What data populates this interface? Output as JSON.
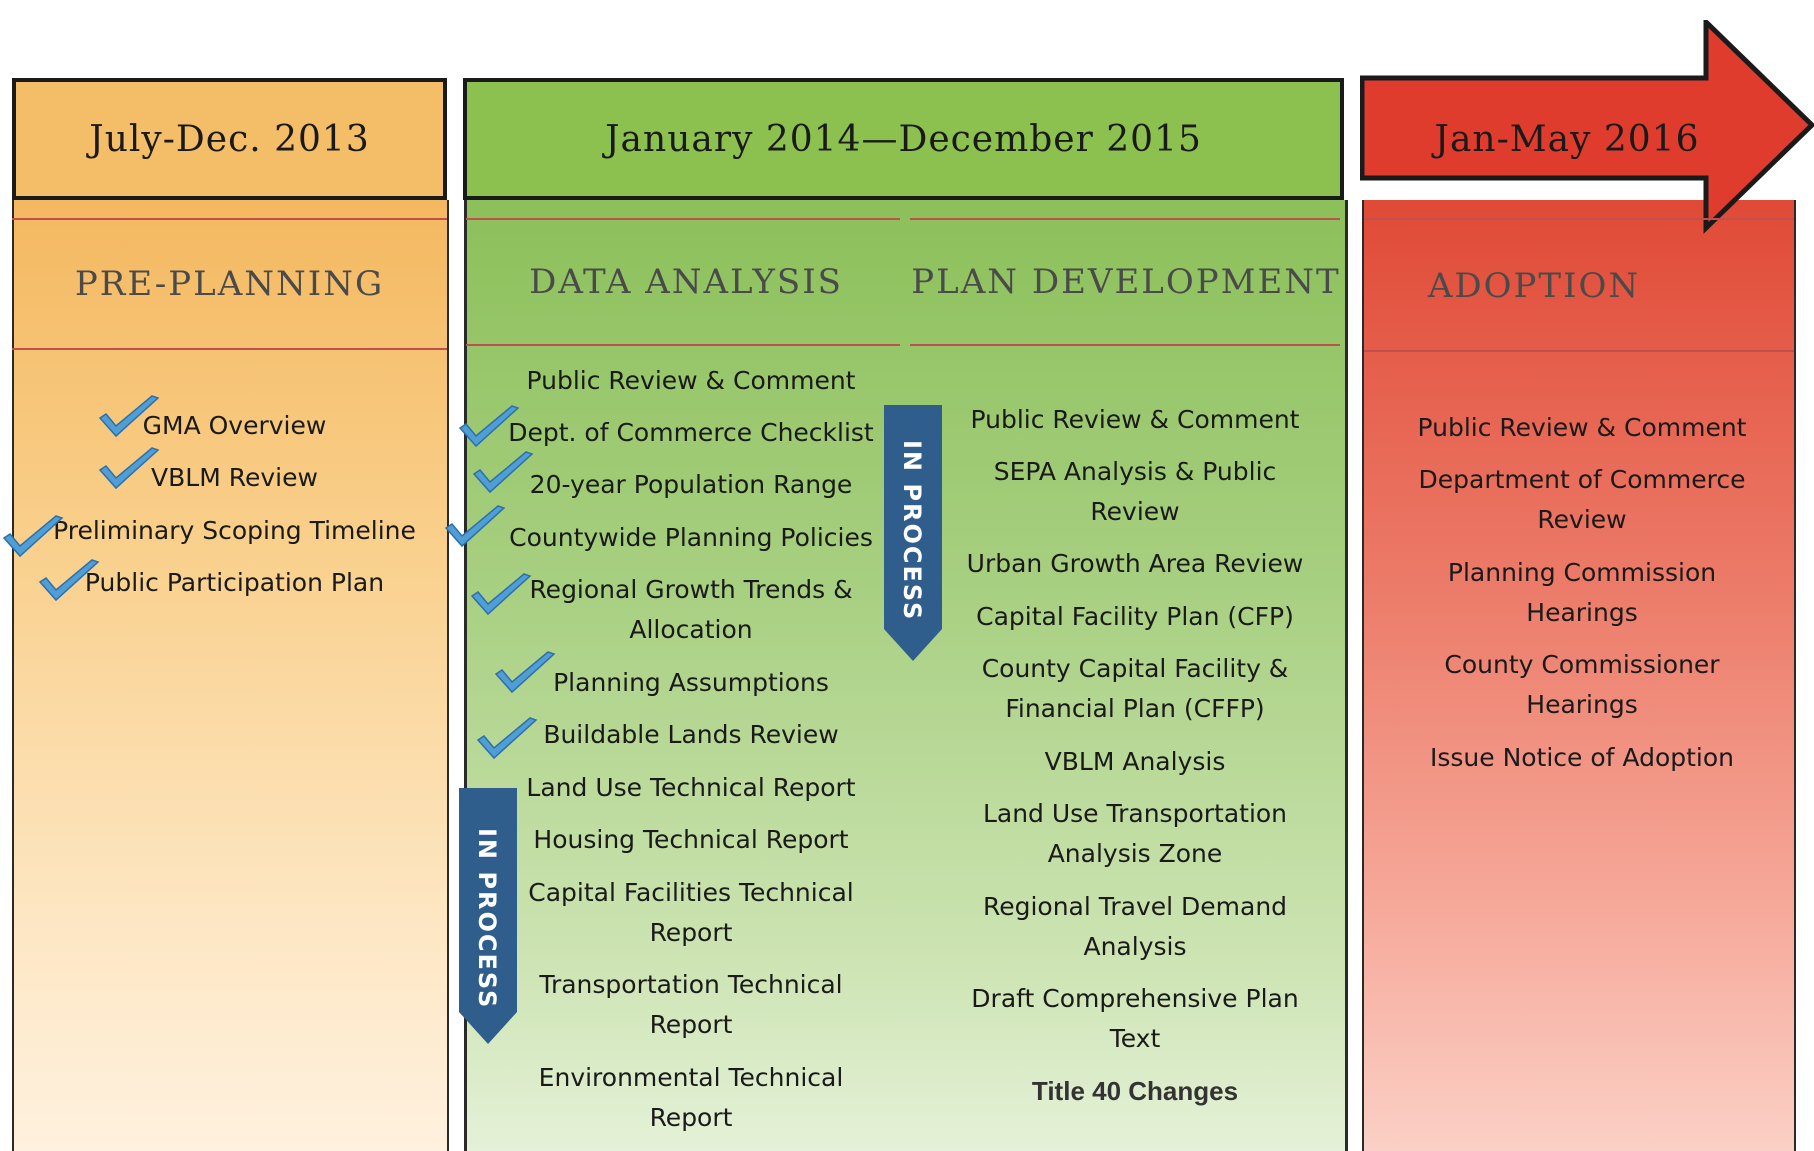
{
  "headers": {
    "period1": "July-Dec. 2013",
    "period2": "January 2014—December 2015",
    "period3": "Jan-May 2016"
  },
  "phases": {
    "preplanning": "PRE-PLANNING",
    "data_analysis": "DATA ANALYSIS",
    "plan_development": "PLAN DEVELOPMENT",
    "adoption": "ADOPTION"
  },
  "preplanning_items": [
    "GMA Overview",
    "VBLM Review",
    "Preliminary Scoping Timeline",
    "Public Participation Plan"
  ],
  "data_analysis_items": [
    "Public Review & Comment",
    "Dept. of Commerce Checklist",
    "20-year Population Range",
    "Countywide Planning Policies",
    "Regional Growth Trends &",
    "Allocation",
    "Planning Assumptions",
    "Buildable Lands Review",
    "Land Use Technical Report",
    "Housing Technical Report",
    "Capital Facilities Technical",
    "Report",
    "Transportation Technical",
    "Report",
    "Environmental Technical",
    "Report"
  ],
  "plan_development_items": [
    "Public Review & Comment",
    "SEPA Analysis & Public",
    "Review",
    "Urban Growth Area Review",
    "Capital Facility Plan (CFP)",
    "County Capital Facility &",
    "Financial Plan (CFFP)",
    "VBLM Analysis",
    "Land Use Transportation",
    "Analysis Zone",
    "Regional Travel Demand",
    "Analysis",
    "Draft Comprehensive Plan",
    "Text",
    "Title 40 Changes"
  ],
  "adoption_items": [
    "Public Review & Comment",
    "Department of Commerce",
    "Review",
    "Planning Commission",
    "Hearings",
    "County Commissioner",
    "Hearings",
    "Issue Notice of Adoption"
  ],
  "badges": {
    "in_process_1": "IN PROCESS",
    "in_process_2": "IN PROCESS"
  },
  "colors": {
    "preplanning": "#f4bd67",
    "analysis": "#8dc14f",
    "adoption": "#e03c2e",
    "badge": "#2f5d8c",
    "check": "#4f9fd6"
  }
}
